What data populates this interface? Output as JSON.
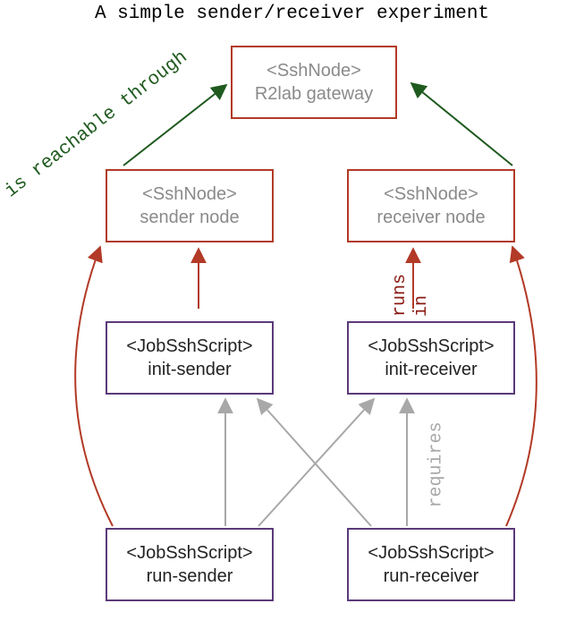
{
  "title": "A simple sender/receiver experiment",
  "nodes": {
    "gateway": {
      "type": "<SshNode>",
      "name": "R2lab gateway"
    },
    "sender_node": {
      "type": "<SshNode>",
      "name": "sender node"
    },
    "receiver_node": {
      "type": "<SshNode>",
      "name": "receiver node"
    },
    "init_sender": {
      "type": "<JobSshScript>",
      "name": "init-sender"
    },
    "init_receiver": {
      "type": "<JobSshScript>",
      "name": "init-receiver"
    },
    "run_sender": {
      "type": "<JobSshScript>",
      "name": "run-sender"
    },
    "run_receiver": {
      "type": "<JobSshScript>",
      "name": "run-receiver"
    }
  },
  "labels": {
    "reachable": "is reachable through",
    "runs_in": "runs\nin",
    "requires": "requires"
  },
  "colors": {
    "ssh_border": "#b23a26",
    "job_border": "#5b3a7a",
    "reachable_arrow": "#1f5a1f",
    "runs_arrow": "#b23a26",
    "requires_arrow": "#a8a8a8"
  }
}
